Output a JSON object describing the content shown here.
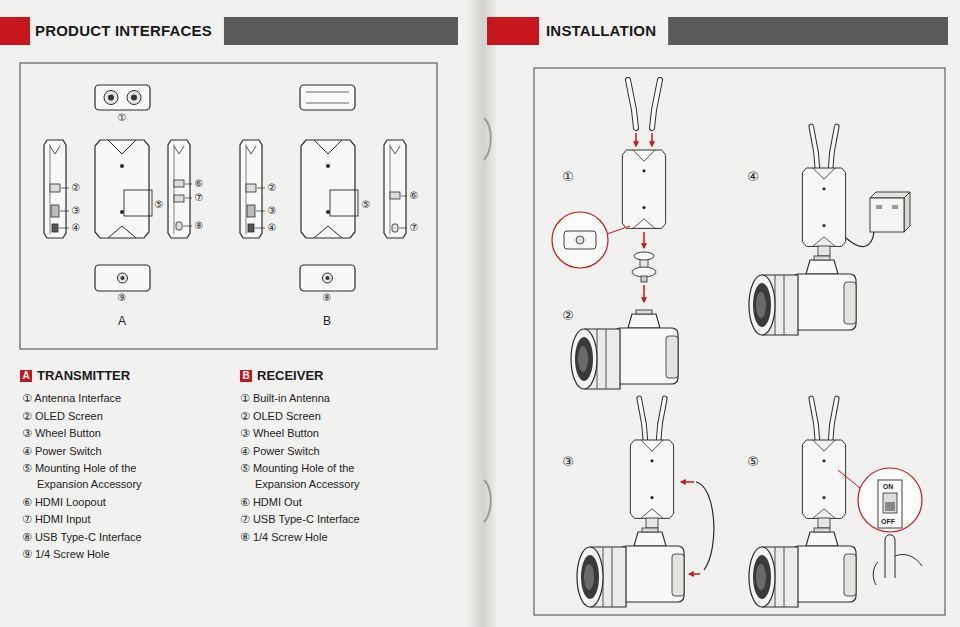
{
  "diagram": {
    "nodes": [
      {
        "text": [
          "A",
          "TRANSMITTER"
        ]
      },
      {
        "text": [
          "B",
          "RECEIVER"
        ]
      }
    ],
    "labels": [
      "PRODUCT INTERFACES",
      "INSTALLATION",
      "①",
      "②",
      "③",
      "④",
      "⑤",
      "⑥",
      "⑦",
      "⑧",
      "⑨",
      "②",
      "③",
      "④",
      "⑤",
      "⑥",
      "⑦",
      "⑧",
      "A",
      "B",
      "① Antenna Interface",
      "② OLED Screen",
      "③ Wheel Button",
      "④ Power Switch",
      "⑤ Mounting Hole of the Expansion Accessory",
      "⑥ HDMI Loopout",
      "⑦ HDMI Input",
      "⑧ USB Type-C Interface",
      "⑨ 1/4 Screw Hole",
      "① Built-in Antenna",
      "② OLED Screen",
      "③ Wheel Button",
      "④ Power Switch",
      "⑤ Mounting Hole of the Expansion Accessory",
      "⑥ HDMI Out",
      "⑦ USB Type-C Interface",
      "⑧ 1/4 Screw Hole",
      "①",
      "④",
      "②",
      "③",
      "⑤",
      "ON",
      "OFF"
    ]
  }
}
